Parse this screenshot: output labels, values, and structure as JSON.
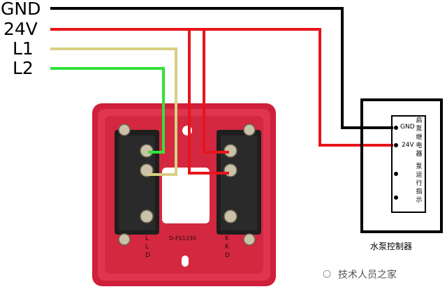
{
  "wires": {
    "gnd_label": "GND",
    "v24_label": "24V",
    "l1_label": "L1",
    "l2_label": "L2"
  },
  "device": {
    "model_text": "D-FS1330",
    "left_terminal_glyphs": [
      "L",
      "L",
      "D"
    ],
    "right_terminal_glyphs": [
      "K",
      "K",
      "D"
    ]
  },
  "controller": {
    "gnd_terminal": "GND",
    "v24_terminal": "24V",
    "start_relay_chars": [
      "启",
      "泵",
      "继",
      "电",
      "器"
    ],
    "run_indicator_chars": [
      "泵",
      "运",
      "行",
      "指",
      "示"
    ],
    "caption": "水泵控制器"
  },
  "watermark": {
    "icon": "wechat-icon",
    "text": "技术人员之家"
  },
  "colors": {
    "gnd": "#000000",
    "v24": "#e8141b",
    "l1": "#d8cf84",
    "l2": "#33e23a",
    "housing": "#d7263e"
  }
}
